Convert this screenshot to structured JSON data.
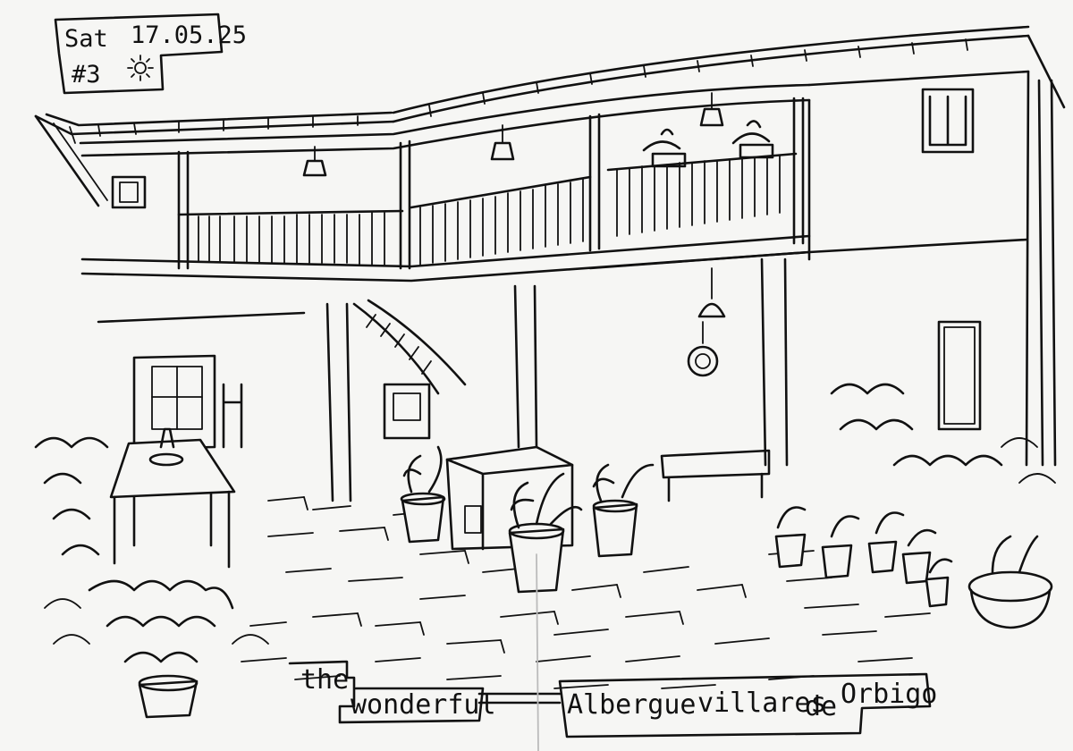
{
  "header_label": {
    "day": "Sat",
    "date": "17.05.25",
    "number": "#3",
    "weather_icon": "sun-icon"
  },
  "caption": {
    "word_1": "the",
    "word_2": "wonderful",
    "word_3": "Albergue",
    "word_4": "villares",
    "word_5": "de",
    "word_6": "Orbigo"
  },
  "colors": {
    "ink": "#111111",
    "paper": "#f6f6f4"
  }
}
